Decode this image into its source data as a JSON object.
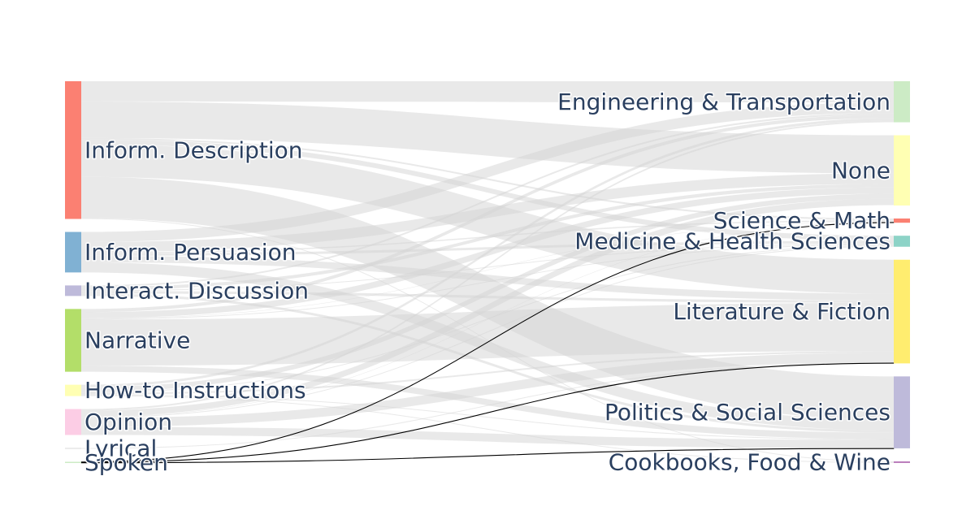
{
  "chart_data": {
    "type": "sankey",
    "link_color": "#d3d3d3",
    "sources": [
      {
        "label": "Inform. Description",
        "color": "#fb8072",
        "value": 34.0
      },
      {
        "label": "Inform. Persuasion",
        "color": "#80b1d3",
        "value": 10.0
      },
      {
        "label": "Interact. Discussion",
        "color": "#bebada",
        "value": 2.6
      },
      {
        "label": "Narrative",
        "color": "#b3de69",
        "value": 15.5
      },
      {
        "label": "How-to Instructions",
        "color": "#ffffb3",
        "value": 2.8
      },
      {
        "label": "Opinion",
        "color": "#fccde5",
        "value": 6.4
      },
      {
        "label": "Lyrical",
        "color": "#d9d9d9",
        "value": 0.2
      },
      {
        "label": "Spoken",
        "color": "#ccebc5",
        "value": 0.3
      }
    ],
    "targets": [
      {
        "label": "Engineering & Transportation",
        "color": "#ccebc5",
        "value": 9.7
      },
      {
        "label": "None",
        "color": "#ffffb3",
        "value": 16.6
      },
      {
        "label": "Science & Math",
        "color": "#fb8072",
        "value": 1.0
      },
      {
        "label": "Medicine & Health Sciences",
        "color": "#8dd3c7",
        "value": 2.6
      },
      {
        "label": "Literature & Fiction",
        "color": "#ffed6f",
        "value": 24.5
      },
      {
        "label": "Politics & Social Sciences",
        "color": "#bebada",
        "value": 17.0
      },
      {
        "label": "Cookbooks, Food & Wine",
        "color": "#bc80bd",
        "value": 0.4
      }
    ],
    "links": [
      {
        "source": "Inform. Description",
        "target": "Engineering & Transportation",
        "value": 5.0
      },
      {
        "source": "Inform. Description",
        "target": "None",
        "value": 9.0
      },
      {
        "source": "Inform. Description",
        "target": "Science & Math",
        "value": 0.4
      },
      {
        "source": "Inform. Description",
        "target": "Medicine & Health Sciences",
        "value": 1.2
      },
      {
        "source": "Inform. Description",
        "target": "Literature & Fiction",
        "value": 8.0
      },
      {
        "source": "Inform. Description",
        "target": "Politics & Social Sciences",
        "value": 10.2
      },
      {
        "source": "Inform. Description",
        "target": "Cookbooks, Food & Wine",
        "value": 0.2
      },
      {
        "source": "Inform. Persuasion",
        "target": "Engineering & Transportation",
        "value": 2.5
      },
      {
        "source": "Inform. Persuasion",
        "target": "None",
        "value": 2.5
      },
      {
        "source": "Inform. Persuasion",
        "target": "Science & Math",
        "value": 0.3
      },
      {
        "source": "Inform. Persuasion",
        "target": "Medicine & Health Sciences",
        "value": 0.6
      },
      {
        "source": "Inform. Persuasion",
        "target": "Literature & Fiction",
        "value": 1.6
      },
      {
        "source": "Inform. Persuasion",
        "target": "Politics & Social Sciences",
        "value": 2.5
      },
      {
        "source": "Interact. Discussion",
        "target": "Engineering & Transportation",
        "value": 0.4
      },
      {
        "source": "Interact. Discussion",
        "target": "None",
        "value": 0.8
      },
      {
        "source": "Interact. Discussion",
        "target": "Medicine & Health Sciences",
        "value": 0.2
      },
      {
        "source": "Interact. Discussion",
        "target": "Literature & Fiction",
        "value": 0.6
      },
      {
        "source": "Interact. Discussion",
        "target": "Politics & Social Sciences",
        "value": 0.6
      },
      {
        "source": "Narrative",
        "target": "Engineering & Transportation",
        "value": 0.8
      },
      {
        "source": "Narrative",
        "target": "None",
        "value": 1.5
      },
      {
        "source": "Narrative",
        "target": "Science & Math",
        "value": 0.1
      },
      {
        "source": "Narrative",
        "target": "Medicine & Health Sciences",
        "value": 0.2
      },
      {
        "source": "Narrative",
        "target": "Literature & Fiction",
        "value": 11.4
      },
      {
        "source": "Narrative",
        "target": "Politics & Social Sciences",
        "value": 1.5
      },
      {
        "source": "How-to Instructions",
        "target": "Engineering & Transportation",
        "value": 0.6
      },
      {
        "source": "How-to Instructions",
        "target": "None",
        "value": 1.2
      },
      {
        "source": "How-to Instructions",
        "target": "Medicine & Health Sciences",
        "value": 0.2
      },
      {
        "source": "How-to Instructions",
        "target": "Literature & Fiction",
        "value": 0.4
      },
      {
        "source": "How-to Instructions",
        "target": "Politics & Social Sciences",
        "value": 0.2
      },
      {
        "source": "How-to Instructions",
        "target": "Cookbooks, Food & Wine",
        "value": 0.2
      },
      {
        "source": "Opinion",
        "target": "Engineering & Transportation",
        "value": 0.4
      },
      {
        "source": "Opinion",
        "target": "None",
        "value": 1.5
      },
      {
        "source": "Opinion",
        "target": "Science & Math",
        "value": 0.1
      },
      {
        "source": "Opinion",
        "target": "Medicine & Health Sciences",
        "value": 0.2
      },
      {
        "source": "Opinion",
        "target": "Literature & Fiction",
        "value": 2.2
      },
      {
        "source": "Opinion",
        "target": "Politics & Social Sciences",
        "value": 2.0
      },
      {
        "source": "Lyrical",
        "target": "Literature & Fiction",
        "value": 0.2
      },
      {
        "source": "Spoken",
        "target": "Science & Math",
        "value": 0.1
      },
      {
        "source": "Spoken",
        "target": "Literature & Fiction",
        "value": 0.1
      },
      {
        "source": "Spoken",
        "target": "Politics & Social Sciences",
        "value": 0.1
      }
    ]
  }
}
